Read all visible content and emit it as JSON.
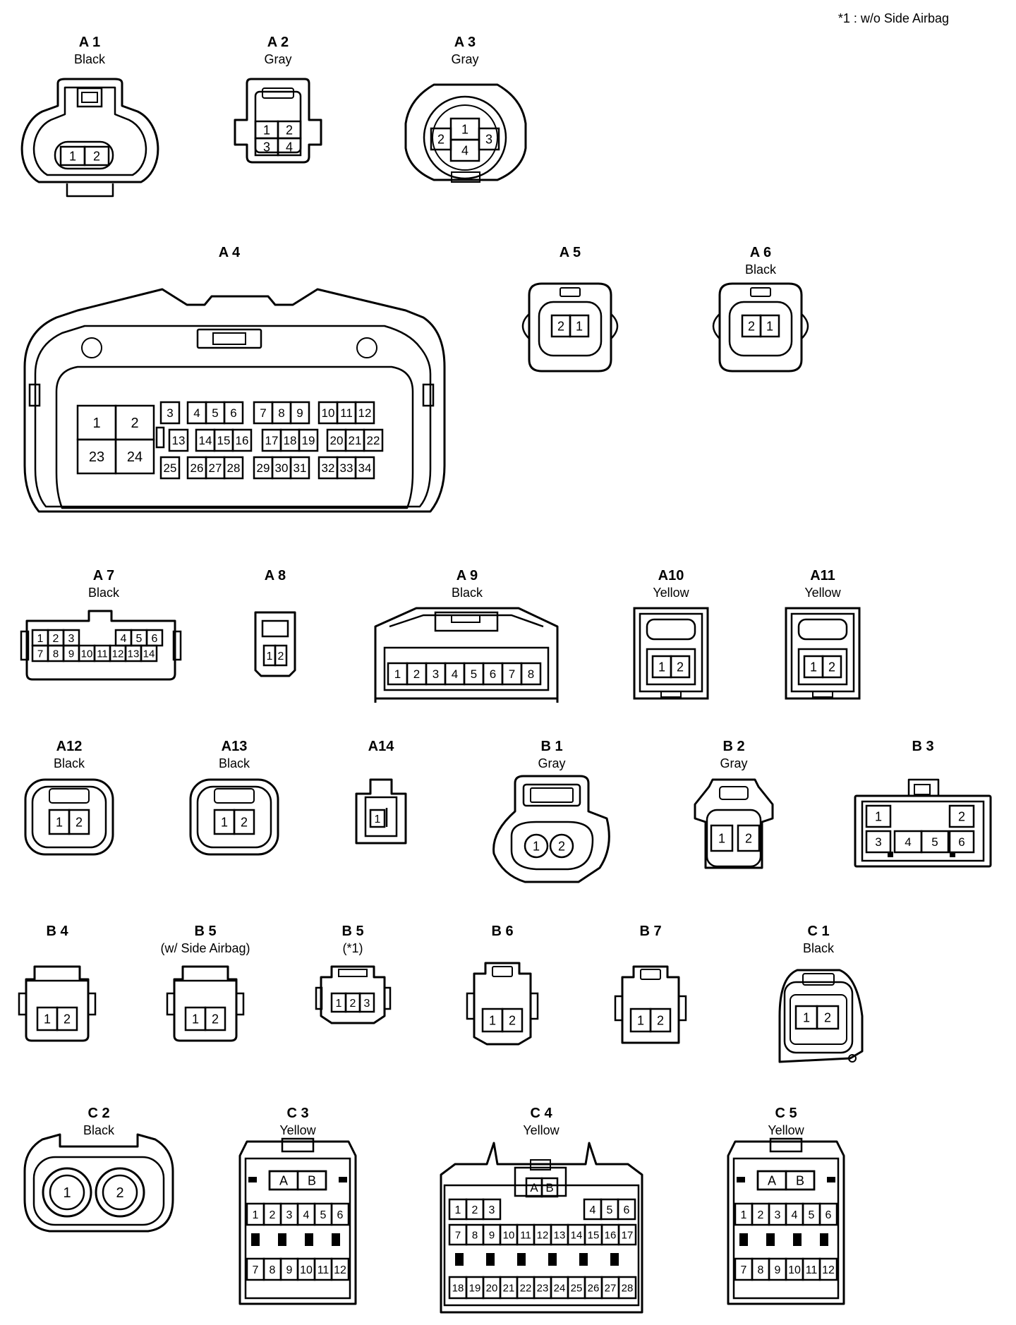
{
  "note": "*1 : w/o Side Airbag",
  "connectors": [
    {
      "id": "A 1",
      "sub": "Black",
      "pins": [
        "1",
        "2"
      ]
    },
    {
      "id": "A 2",
      "sub": "Gray",
      "pins": [
        "1",
        "2",
        "3",
        "4"
      ]
    },
    {
      "id": "A 3",
      "sub": "Gray",
      "pins": [
        "1",
        "2",
        "3",
        "4"
      ]
    },
    {
      "id": "A 4",
      "sub": "",
      "pins": [
        "1",
        "2",
        "3",
        "4",
        "5",
        "6",
        "7",
        "8",
        "9",
        "10",
        "11",
        "12",
        "13",
        "14",
        "15",
        "16",
        "17",
        "18",
        "19",
        "20",
        "21",
        "22",
        "23",
        "24",
        "25",
        "26",
        "27",
        "28",
        "29",
        "30",
        "31",
        "32",
        "33",
        "34"
      ]
    },
    {
      "id": "A 5",
      "sub": "",
      "pins": [
        "2",
        "1"
      ]
    },
    {
      "id": "A 6",
      "sub": "Black",
      "pins": [
        "2",
        "1"
      ]
    },
    {
      "id": "A 7",
      "sub": "Black",
      "pins": [
        "1",
        "2",
        "3",
        "4",
        "5",
        "6",
        "7",
        "8",
        "9",
        "10",
        "11",
        "12",
        "13",
        "14"
      ]
    },
    {
      "id": "A 8",
      "sub": "",
      "pins": [
        "1",
        "2"
      ]
    },
    {
      "id": "A 9",
      "sub": "Black",
      "pins": [
        "1",
        "2",
        "3",
        "4",
        "5",
        "6",
        "7",
        "8"
      ]
    },
    {
      "id": "A10",
      "sub": "Yellow",
      "pins": [
        "1",
        "2"
      ]
    },
    {
      "id": "A11",
      "sub": "Yellow",
      "pins": [
        "1",
        "2"
      ]
    },
    {
      "id": "A12",
      "sub": "Black",
      "pins": [
        "1",
        "2"
      ]
    },
    {
      "id": "A13",
      "sub": "Black",
      "pins": [
        "1",
        "2"
      ]
    },
    {
      "id": "A14",
      "sub": "",
      "pins": [
        "1"
      ]
    },
    {
      "id": "B 1",
      "sub": "Gray",
      "pins": [
        "1",
        "2"
      ]
    },
    {
      "id": "B 2",
      "sub": "Gray",
      "pins": [
        "1",
        "2"
      ]
    },
    {
      "id": "B 3",
      "sub": "",
      "pins": [
        "1",
        "2",
        "3",
        "4",
        "5",
        "6"
      ]
    },
    {
      "id": "B 4",
      "sub": "",
      "pins": [
        "1",
        "2"
      ]
    },
    {
      "id": "B 5",
      "sub": "(w/ Side Airbag)",
      "pins": [
        "1",
        "2"
      ]
    },
    {
      "id": "B 5",
      "sub": "(*1)",
      "pins": [
        "1",
        "2",
        "3"
      ]
    },
    {
      "id": "B 6",
      "sub": "",
      "pins": [
        "1",
        "2"
      ]
    },
    {
      "id": "B 7",
      "sub": "",
      "pins": [
        "1",
        "2"
      ]
    },
    {
      "id": "C 1",
      "sub": "Black",
      "pins": [
        "1",
        "2"
      ]
    },
    {
      "id": "C 2",
      "sub": "Black",
      "pins": [
        "1",
        "2"
      ]
    },
    {
      "id": "C 3",
      "sub": "Yellow",
      "pins": [
        "A",
        "B",
        "1",
        "2",
        "3",
        "4",
        "5",
        "6",
        "7",
        "8",
        "9",
        "10",
        "11",
        "12"
      ]
    },
    {
      "id": "C 4",
      "sub": "Yellow",
      "pins": [
        "A",
        "B",
        "1",
        "2",
        "3",
        "4",
        "5",
        "6",
        "7",
        "8",
        "9",
        "10",
        "11",
        "12",
        "13",
        "14",
        "15",
        "16",
        "17",
        "18",
        "19",
        "20",
        "21",
        "22",
        "23",
        "24",
        "25",
        "26",
        "27",
        "28"
      ]
    },
    {
      "id": "C 5",
      "sub": "Yellow",
      "pins": [
        "A",
        "B",
        "1",
        "2",
        "3",
        "4",
        "5",
        "6",
        "7",
        "8",
        "9",
        "10",
        "11",
        "12"
      ]
    }
  ]
}
